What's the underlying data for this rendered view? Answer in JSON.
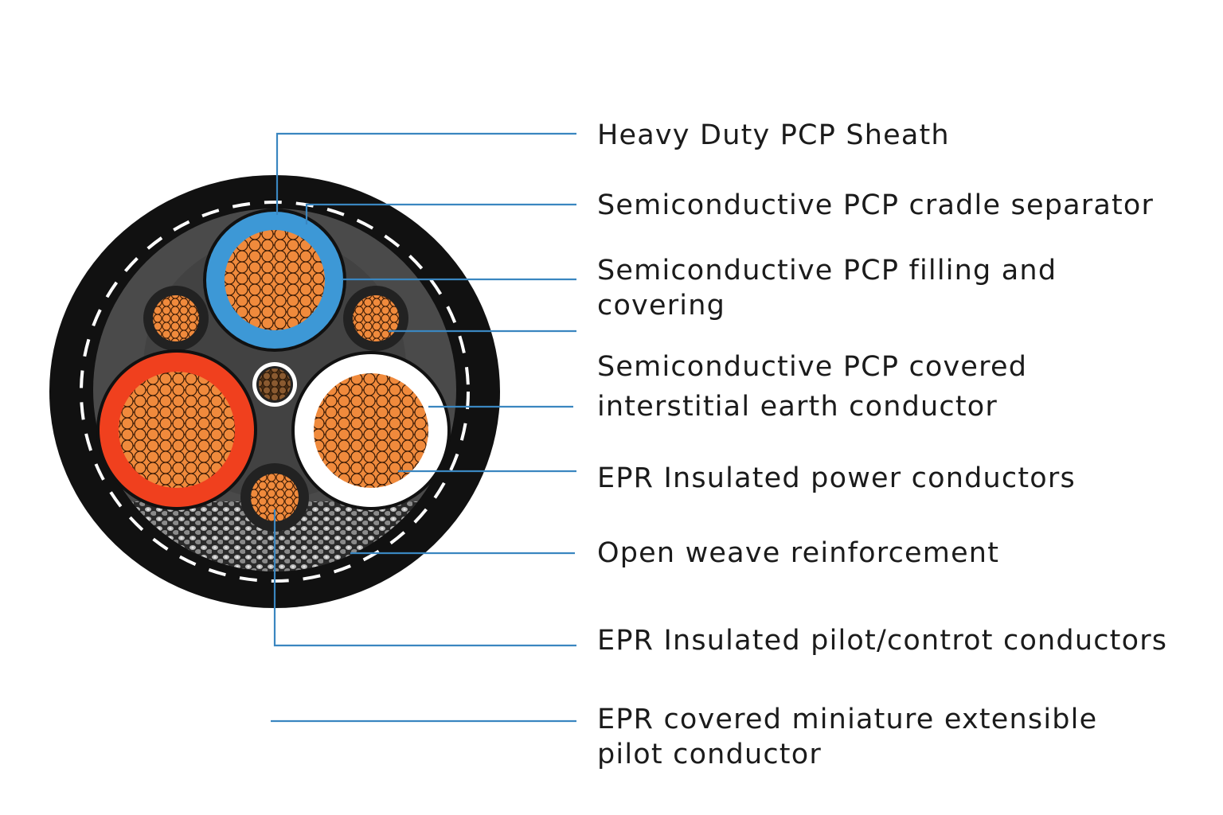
{
  "labels": [
    {
      "line1": "Heavy Duty PCP Sheath"
    },
    {
      "line1": "Semiconductive PCP cradle separator"
    },
    {
      "line1": "Semiconductive PCP filling and",
      "line2": "covering"
    },
    {
      "line1": "Semiconductive PCP covered",
      "line2": "interstitial earth conductor"
    },
    {
      "line1": "EPR Insulated power conductors"
    },
    {
      "line1": "Open weave reinforcement"
    },
    {
      "line1": "EPR Insulated pilot/controt conductors"
    },
    {
      "line1": "EPR covered miniature extensible",
      "line2": "pilot conductor"
    }
  ],
  "colors": {
    "leader": "#3a86c0",
    "sheath": "#111111",
    "filling": "#4a4a4a",
    "blue_insulation": "#3d98d6",
    "red_insulation": "#f0401e",
    "white_insulation": "#ffffff",
    "copper": "#f08a3c"
  }
}
